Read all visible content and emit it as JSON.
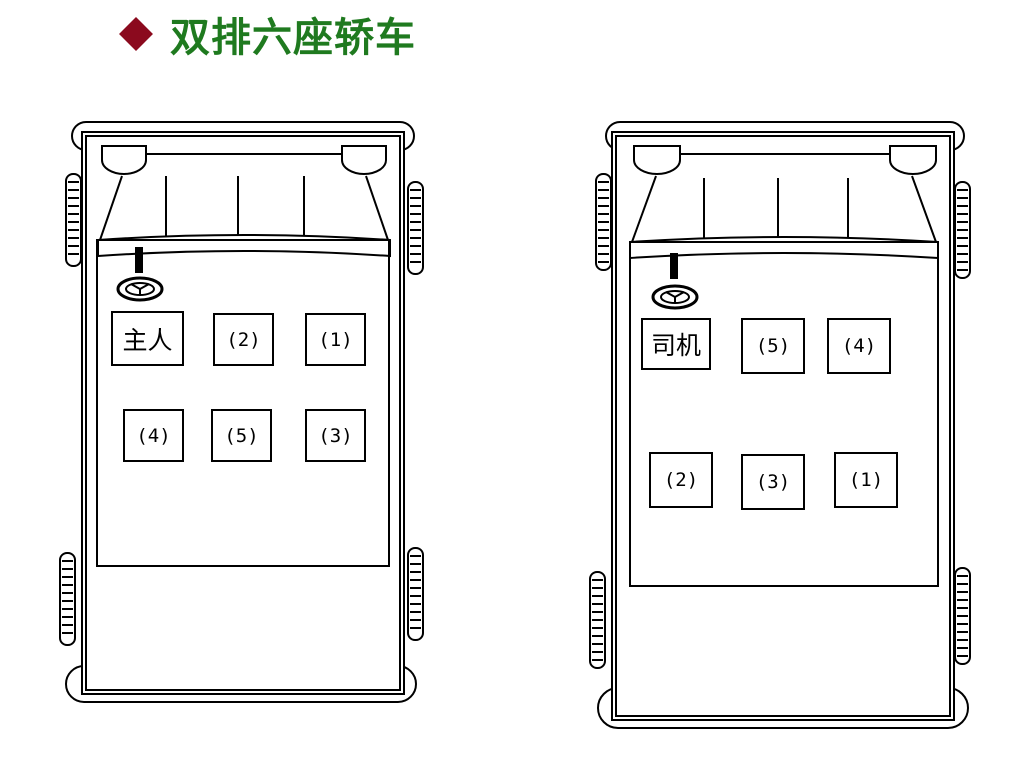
{
  "title": "双排六座轿车",
  "colors": {
    "bullet": "#8b0a1e",
    "title": "#1f7a1f",
    "lines": "#000000"
  },
  "diagrams": [
    {
      "seats": {
        "driver": "主人",
        "front_middle": "(2)",
        "front_right": "(1)",
        "rear_left": "(4)",
        "rear_middle": "(5)",
        "rear_right": "(3)"
      }
    },
    {
      "seats": {
        "driver": "司机",
        "front_middle": "(5)",
        "front_right": "(4)",
        "rear_left": "(2)",
        "rear_middle": "(3)",
        "rear_right": "(1)"
      }
    }
  ]
}
